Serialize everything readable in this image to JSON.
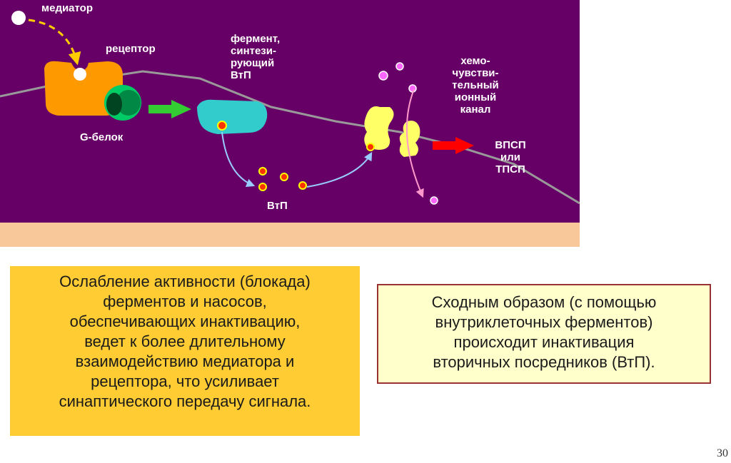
{
  "diagram": {
    "labels": {
      "mediator": "медиатор",
      "receptor": "рецептор",
      "g_protein": "G-белок",
      "enzyme": [
        "фермент,",
        "синтези-",
        "рующий",
        "ВтП"
      ],
      "channel": [
        "хемо-",
        "чувстви-",
        "тельный",
        "ионный",
        "канал"
      ],
      "vtp": "ВтП",
      "psp": [
        "ВПСП",
        "или",
        "ТПСП"
      ]
    },
    "colors": {
      "cell_background": "#660066",
      "membrane_bottom": "#f8c89a",
      "receptor": "#ff9900",
      "g_protein": "#00cc66",
      "enzyme": "#33cccc",
      "channel": "#ffff66",
      "second_messenger": "#ff3300",
      "arrow_green": "#33cc33",
      "arrow_red": "#ff0000"
    }
  },
  "left_box": {
    "lines": [
      "Ослабление активности (блокада)",
      "ферментов и насосов,",
      "обеспечивающих инактивацию,",
      "ведет к более длительному",
      "взаимодействию медиатора и",
      "рецептора, что усиливает",
      "синаптического передачу сигнала."
    ]
  },
  "right_box": {
    "lines": [
      "Сходным образом (с помощью",
      "внутриклеточных ферментов)",
      "происходит инактивация",
      "вторичных посредников (ВтП)."
    ]
  },
  "page_number": "30"
}
